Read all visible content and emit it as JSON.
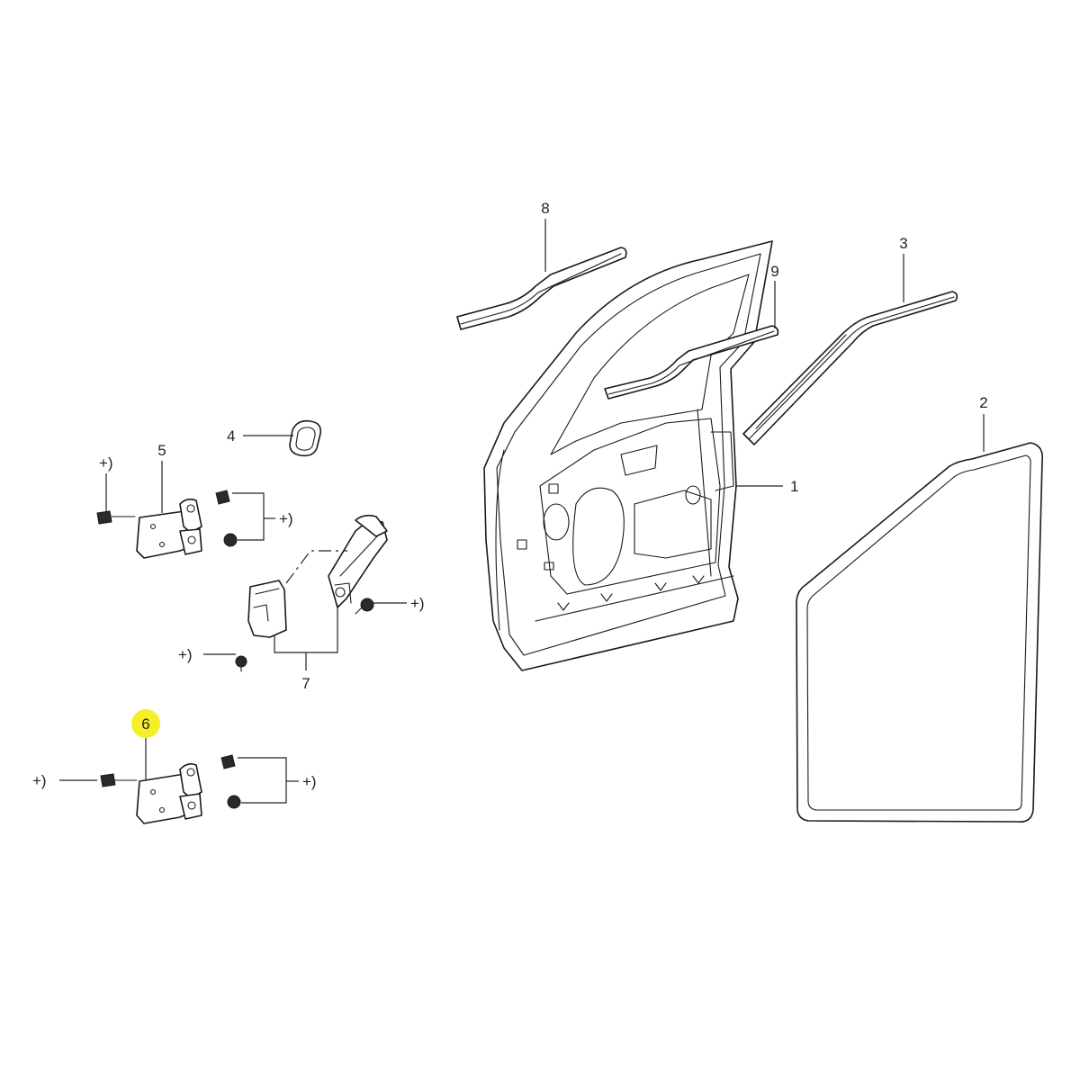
{
  "diagram": {
    "highlight_color": "#f5ef2a",
    "callouts": {
      "c1": "1",
      "c2": "2",
      "c3": "3",
      "c4": "4",
      "c5": "5",
      "c6": "6",
      "c7": "7",
      "c8": "8",
      "c9": "9"
    },
    "fastener_markers": {
      "m1": "+)",
      "m2": "+)",
      "m3": "+)",
      "m4": "+)",
      "m5": "+)",
      "m6": "+)"
    }
  }
}
